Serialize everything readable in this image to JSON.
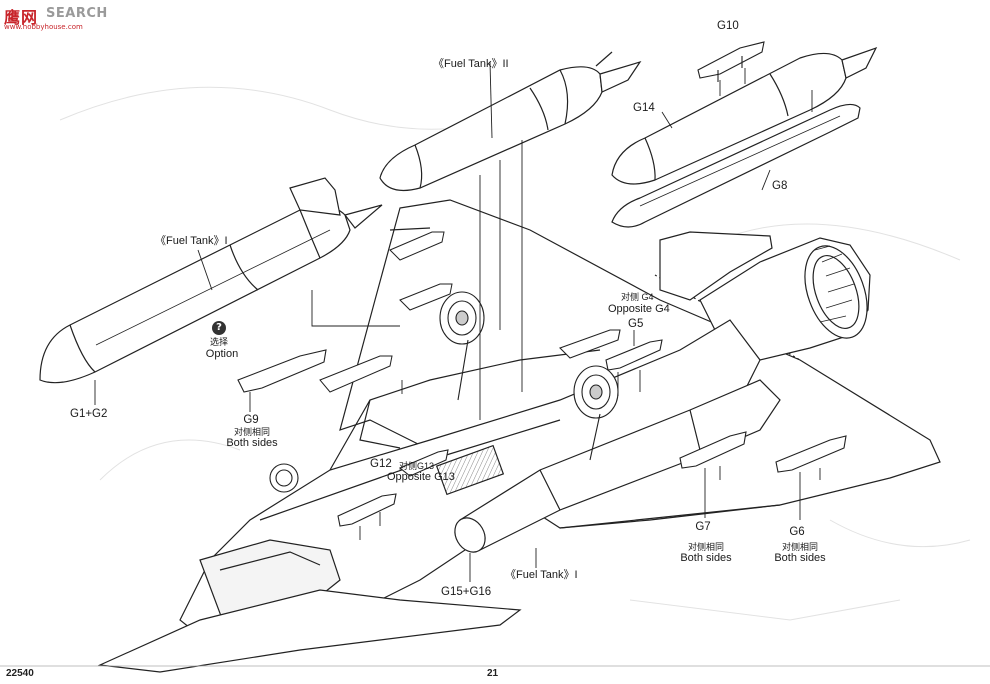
{
  "watermark": {
    "brand_cn": "鹰网",
    "brand_url": "www.hobbyhouse.com",
    "search_label": "SEARCH"
  },
  "labels": {
    "fuel_tank_ii": "《Fuel Tank》II",
    "fuel_tank_i_top": "《Fuel Tank》I",
    "fuel_tank_i_bottom": "《Fuel Tank》I",
    "g10": "G10",
    "g14": "G14",
    "g8": "G8",
    "option_cn": "选择",
    "option_en": "Option",
    "option_icon": "?",
    "g1g2": "G1+G2",
    "g9": "G9",
    "g9_cn": "对侧相同",
    "g9_en": "Both sides",
    "g4_cn": "对侧 G4",
    "g4_en": "Opposite G4",
    "g5": "G5",
    "g12": "G12",
    "g13_cn": "对侧G13",
    "g13_en": "Opposite G13",
    "g7": "G7",
    "g7_cn": "对侧相同",
    "g7_en": "Both sides",
    "g6": "G6",
    "g6_cn": "对侧相同",
    "g6_en": "Both sides",
    "g15g16": "G15+G16"
  },
  "page": {
    "number": "22540",
    "center_mark": "21"
  }
}
